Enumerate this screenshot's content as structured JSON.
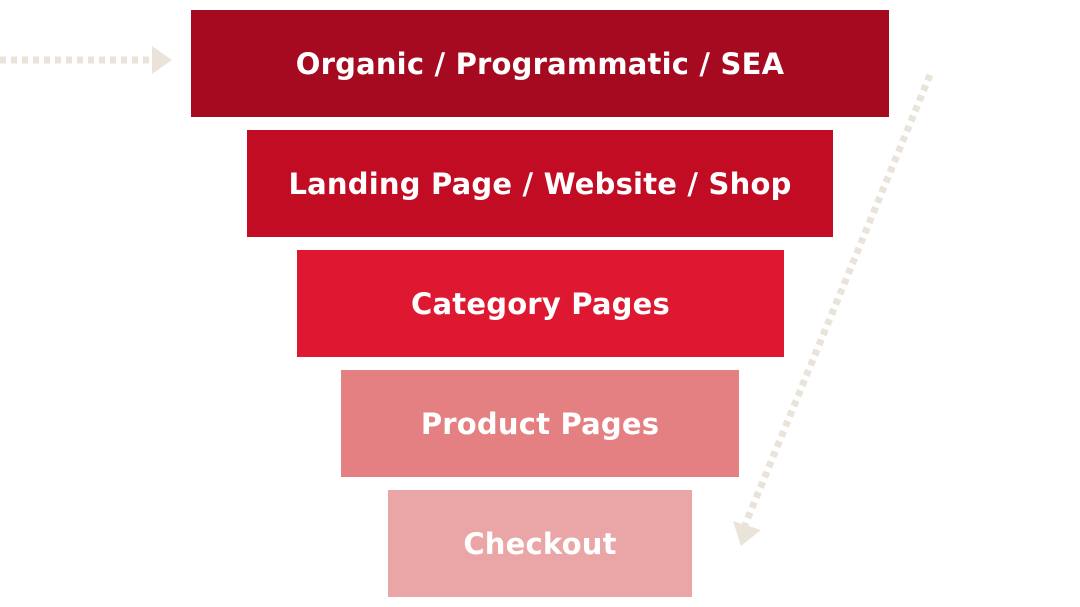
{
  "funnel": {
    "stages": [
      {
        "label": "Organic / Programmatic / SEA",
        "color": "#a50a20"
      },
      {
        "label": "Landing Page / Website / Shop",
        "color": "#c20c24"
      },
      {
        "label": "Category Pages",
        "color": "#dd1830"
      },
      {
        "label": "Product Pages",
        "color": "#e58082"
      },
      {
        "label": "Checkout",
        "color": "#eaa5a7"
      }
    ]
  },
  "arrows": {
    "color": "#e9e3da",
    "entry": "dotted-arrow-right",
    "flow": "dotted-arrow-down-left"
  }
}
